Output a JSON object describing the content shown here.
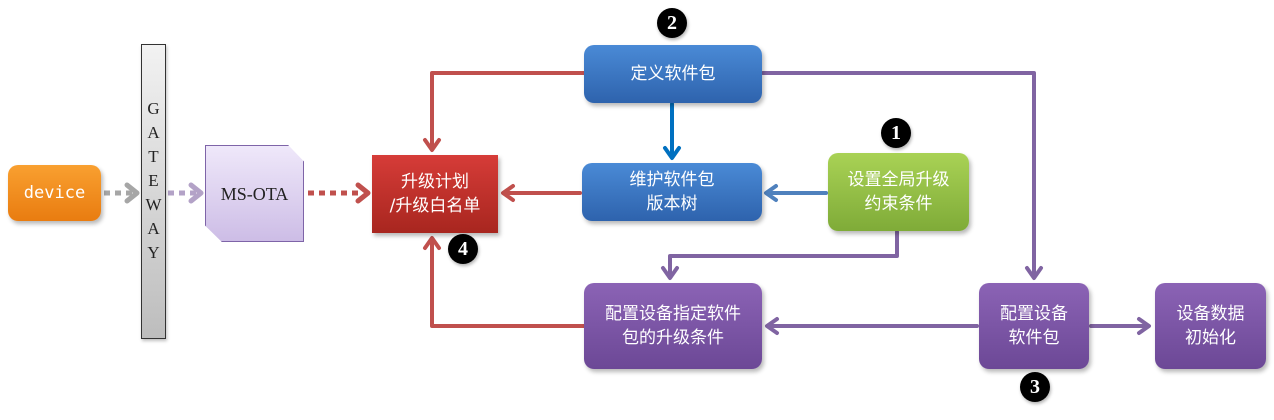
{
  "colors": {
    "red_flow": "#c0504d",
    "blue_flow": "#0070c0",
    "light_blue_flow": "#4f81bd",
    "purple_flow": "#8064a2",
    "gray_flow": "#a6a6a6",
    "lavender_flow": "#b3a2c7"
  },
  "nodes": {
    "device": {
      "label": "device"
    },
    "gateway": {
      "letters": [
        "G",
        "A",
        "T",
        "E",
        "W",
        "A",
        "Y"
      ]
    },
    "ms_ota": {
      "label": "MS-OTA"
    },
    "upgrade_plan": {
      "line1": "升级计划",
      "line2": "/升级白名单"
    },
    "define_package": {
      "label": "定义软件包"
    },
    "version_tree": {
      "line1": "维护软件包",
      "line2": "版本树"
    },
    "global_constraints": {
      "line1": "设置全局升级",
      "line2": "约束条件"
    },
    "device_package_conditions": {
      "line1": "配置设备指定软件",
      "line2": "包的升级条件"
    },
    "device_package": {
      "line1": "配置设备",
      "line2": "软件包"
    },
    "device_data_init": {
      "line1": "设备数据",
      "line2": "初始化"
    }
  },
  "badges": {
    "b1": "1",
    "b2": "2",
    "b3": "3",
    "b4": "4"
  },
  "edges": [
    {
      "from": "device",
      "to": "gateway",
      "style": "dotted",
      "color": "gray"
    },
    {
      "from": "gateway",
      "to": "ms_ota",
      "style": "dotted",
      "color": "lavender"
    },
    {
      "from": "ms_ota",
      "to": "upgrade_plan",
      "style": "dotted",
      "color": "red"
    },
    {
      "from": "define_package",
      "to": "upgrade_plan",
      "style": "solid",
      "color": "red"
    },
    {
      "from": "version_tree",
      "to": "upgrade_plan",
      "style": "solid",
      "color": "red"
    },
    {
      "from": "device_package_conditions",
      "to": "upgrade_plan",
      "style": "solid",
      "color": "red"
    },
    {
      "from": "define_package",
      "to": "version_tree",
      "style": "solid",
      "color": "blue"
    },
    {
      "from": "global_constraints",
      "to": "version_tree",
      "style": "solid",
      "color": "light_blue"
    },
    {
      "from": "define_package",
      "to": "device_package",
      "style": "solid",
      "color": "purple"
    },
    {
      "from": "global_constraints",
      "to": "device_package_conditions",
      "style": "solid",
      "color": "purple"
    },
    {
      "from": "device_package",
      "to": "device_package_conditions",
      "style": "solid",
      "color": "purple"
    },
    {
      "from": "device_package",
      "to": "device_data_init",
      "style": "solid",
      "color": "purple"
    }
  ]
}
